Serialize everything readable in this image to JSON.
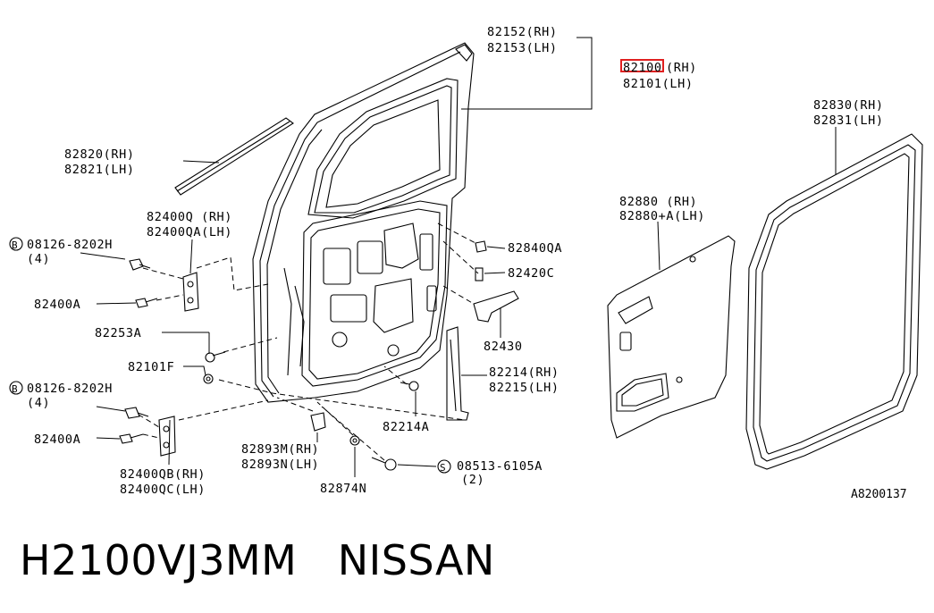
{
  "labels": {
    "p82152": "82152(RH)",
    "p82153": "82153(LH)",
    "p82100_num": "82100",
    "p82100_side": "(RH)",
    "p82101": "82101(LH)",
    "p82830": "82830(RH)",
    "p82831": "82831(LH)",
    "p82820": "82820(RH)",
    "p82821": "82821(LH)",
    "p82880": "82880  (RH)",
    "p82880A": "82880+A(LH)",
    "p82400Q": "82400Q (RH)",
    "p82400QA": "82400QA(LH)",
    "bolt1_code": "08126-8202H",
    "bolt1_qty": "(4)",
    "p82840QA": "82840QA",
    "p82420C": "82420C",
    "p82400A_top": "82400A",
    "p82430": "82430",
    "p82253A": "82253A",
    "p82101F": "82101F",
    "p82214": "82214(RH)",
    "p82215": "82215(LH)",
    "bolt2_code": "08126-8202H",
    "bolt2_qty": "(4)",
    "p82214A": "82214A",
    "p82400A_bot": "82400A",
    "p82893M": "82893M(RH)",
    "p82893N": "82893N(LH)",
    "p82400QB": "82400QB(RH)",
    "p82400QC": "82400QC(LH)",
    "screw_code": "08513-6105A",
    "screw_qty": "(2)",
    "p82874N": "82874N",
    "ref": "A8200137",
    "circle_b": "B",
    "circle_s": "S"
  },
  "highlight_color": "#e02020",
  "footer": {
    "part_code": "H2100VJ3MM",
    "brand": "NISSAN"
  }
}
